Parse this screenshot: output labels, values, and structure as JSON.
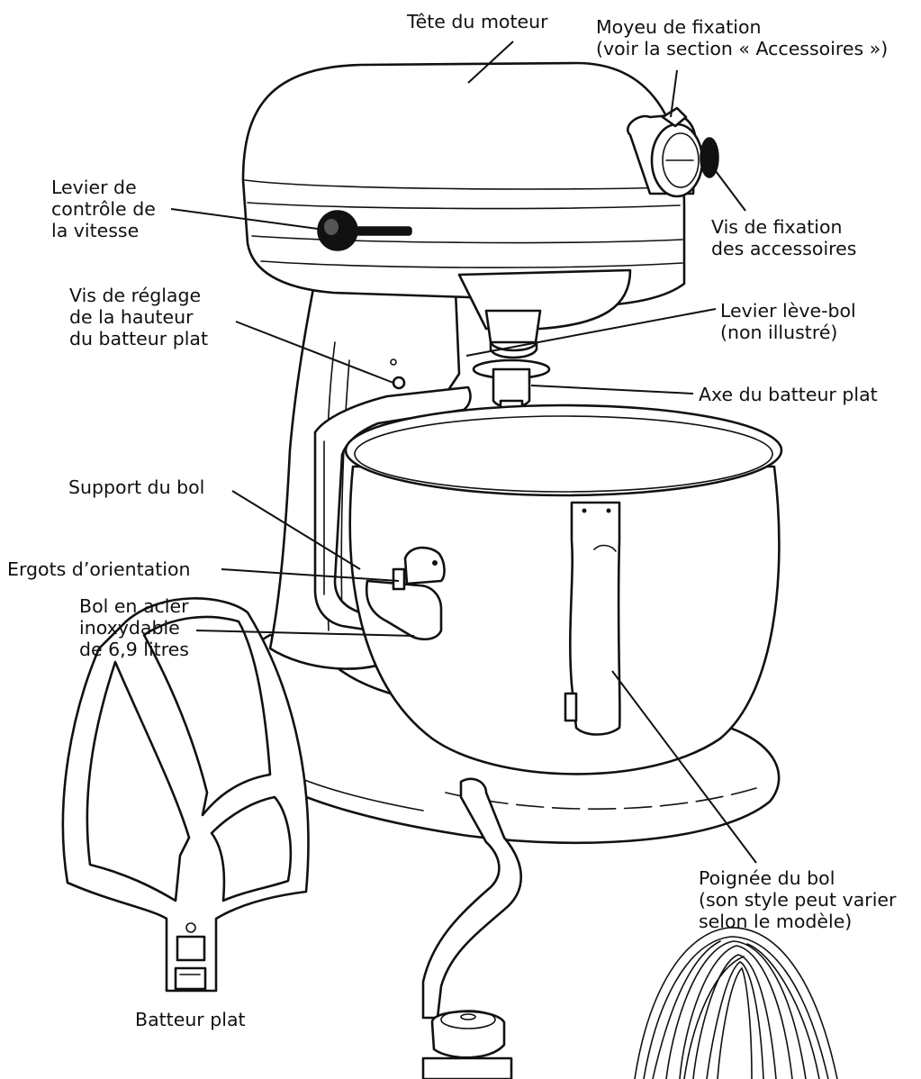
{
  "labels": {
    "motor_head": "Tête du moteur",
    "attachment_hub": [
      "Moyeu de fixation",
      "(voir la section « Accessoires »)"
    ],
    "attachment_screw": [
      "Vis de fixation",
      "des accessoires"
    ],
    "speed_lever": [
      "Levier de",
      "contrôle de",
      "la vitesse"
    ],
    "height_screw": [
      "Vis de réglage",
      "de la hauteur",
      "du batteur plat"
    ],
    "bowl_lift_lever": [
      "Levier lève-bol",
      "(non illustré)"
    ],
    "beater_shaft": "Axe du batteur plat",
    "bowl_support": "Support du bol",
    "locating_pins": "Ergots d’orientation",
    "steel_bowl": [
      "Bol en acier",
      "inoxydable",
      "de 6,9 litres"
    ],
    "bowl_handle": [
      "Poignée du bol",
      "(son style peut varier",
      "selon le modèle)"
    ],
    "flat_beater": "Batteur plat"
  },
  "icons": [
    "stand-mixer-illustration",
    "flat-beater-illustration",
    "dough-hook-illustration",
    "wire-whip-illustration"
  ]
}
